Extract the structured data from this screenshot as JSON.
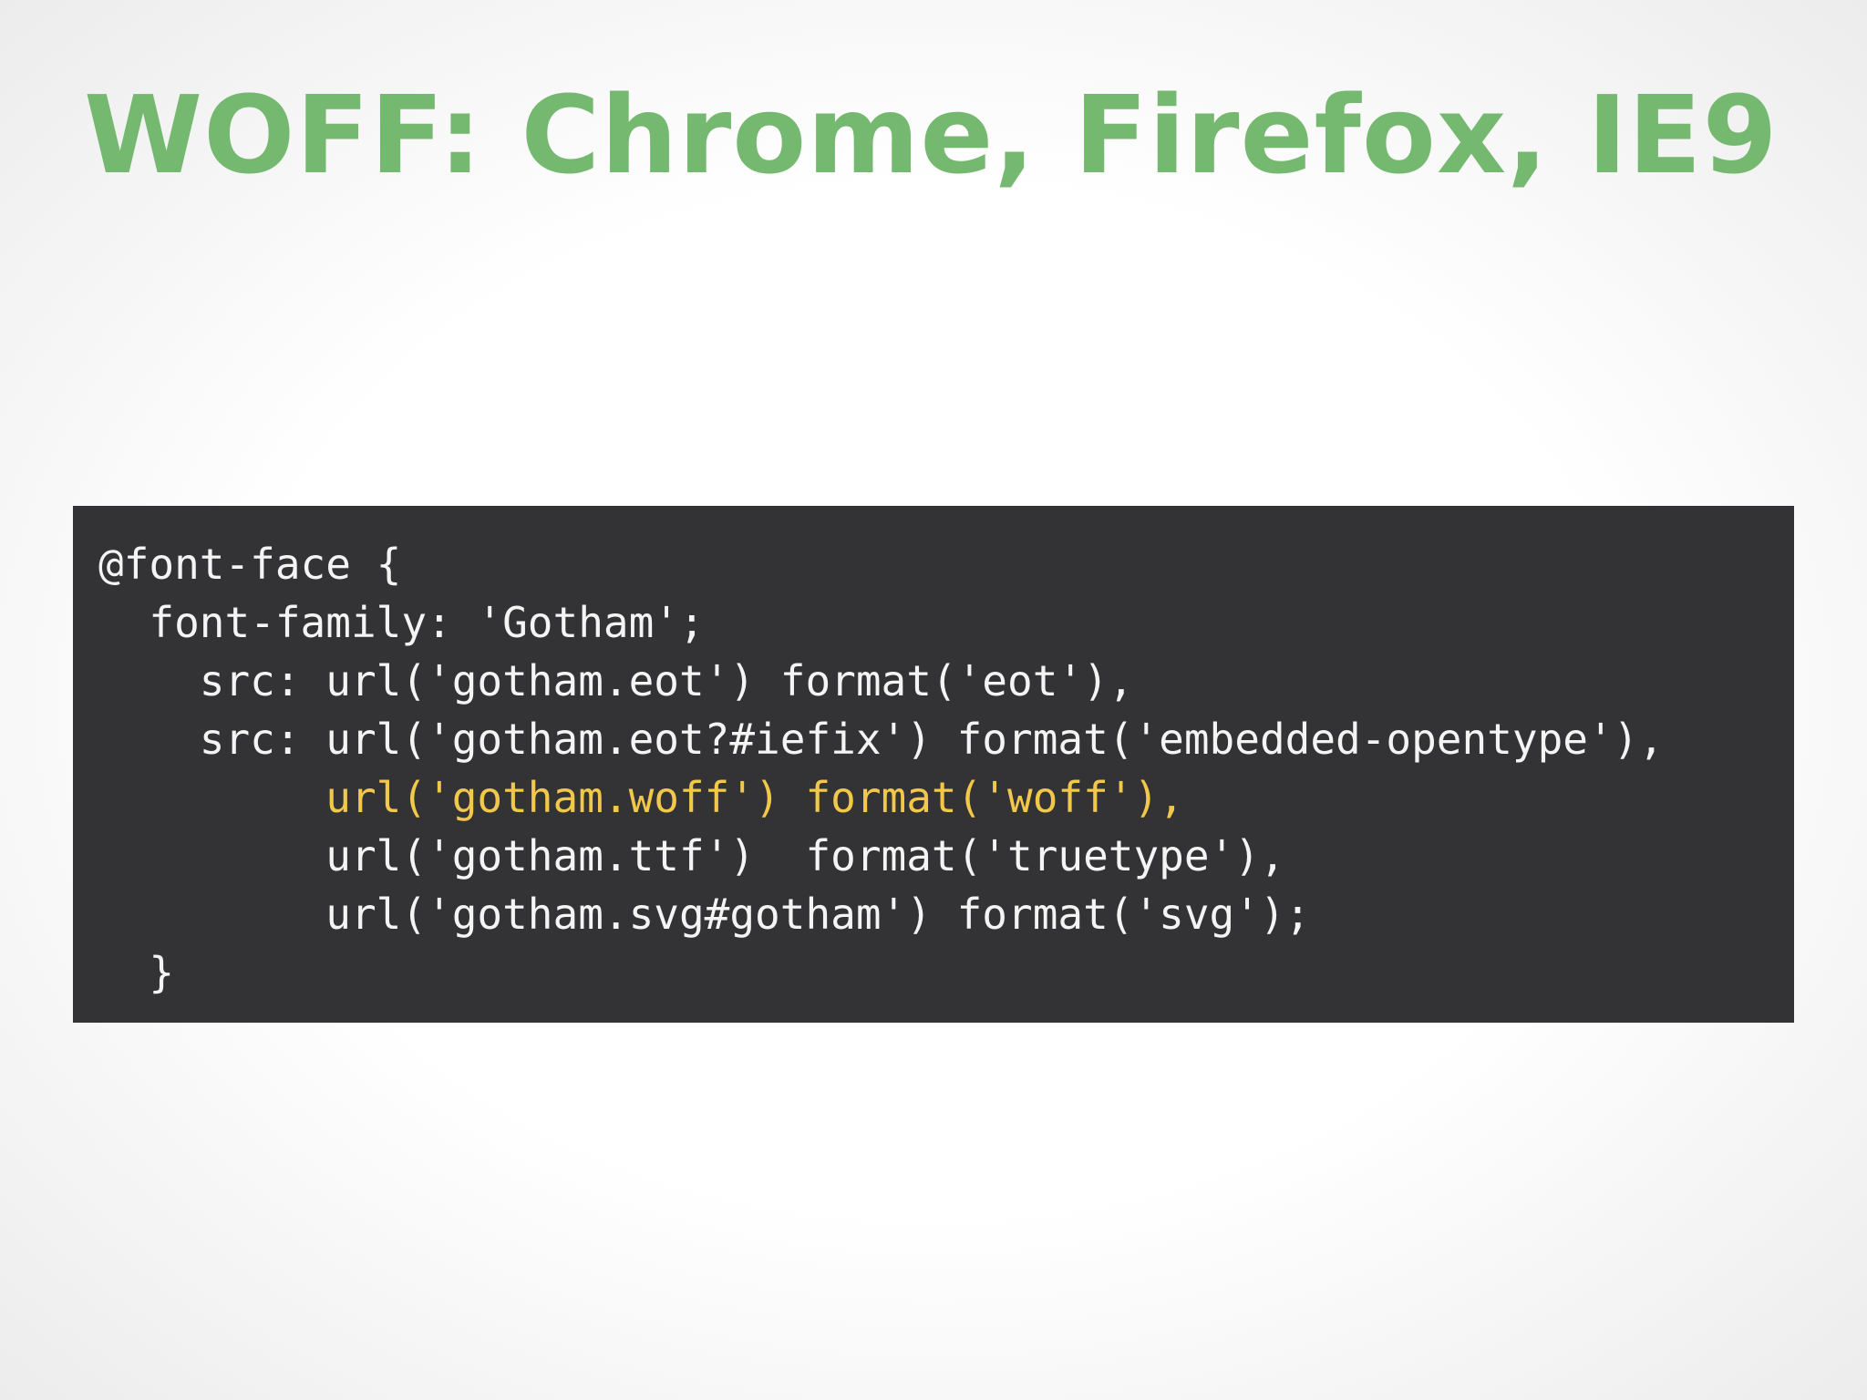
{
  "slide": {
    "title": "WOFF: Chrome, Firefox, IE9",
    "title_color": "#75b86f"
  },
  "code": {
    "background": "#333335",
    "text_color": "#f4f4f4",
    "highlight_color": "#f2c84b",
    "lines": [
      "@font-face {",
      "  font-family: 'Gotham';",
      "    src: url('gotham.eot') format('eot'),",
      "    src: url('gotham.eot?#iefix') format('embedded-opentype'),",
      "         url('gotham.woff') format('woff'),",
      "         url('gotham.ttf')  format('truetype'),",
      "         url('gotham.svg#gotham') format('svg');",
      "  }"
    ]
  }
}
